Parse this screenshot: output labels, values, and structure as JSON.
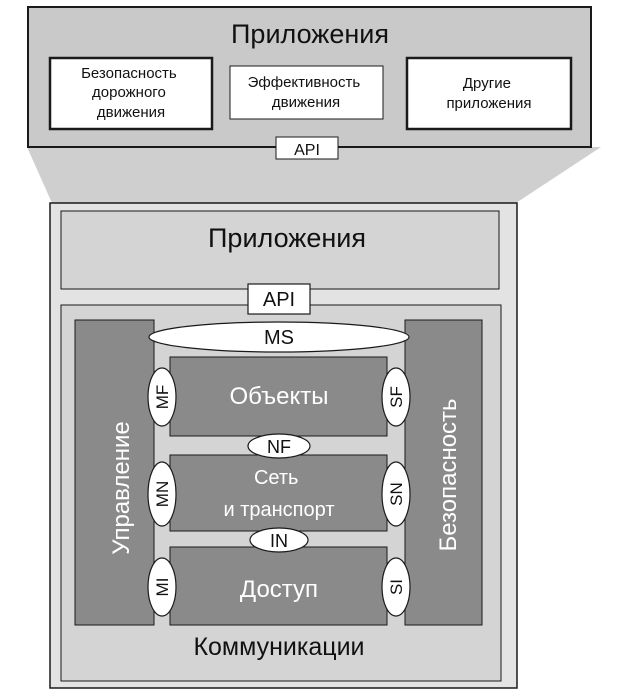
{
  "top_panel": {
    "title": "Приложения",
    "boxes": [
      {
        "lines": [
          "Безопасность",
          "дорожного",
          "движения"
        ]
      },
      {
        "lines": [
          "Эффективность",
          "движения"
        ]
      },
      {
        "lines": [
          "Другие",
          "приложения"
        ]
      }
    ],
    "api_label": "API"
  },
  "bottom_panel": {
    "apps_title": "Приложения",
    "api_label": "API",
    "communications_label": "Коммуникации",
    "management_label": "Управление",
    "security_label": "Безопасность",
    "ms_label": "MS",
    "layers": [
      {
        "lines": [
          "Объекты"
        ],
        "left_sap": "MF",
        "right_sap": "SF"
      },
      {
        "lines": [
          "Сеть",
          "и транспорт"
        ],
        "left_sap": "MN",
        "right_sap": "SN"
      },
      {
        "lines": [
          "Доступ"
        ],
        "left_sap": "MI",
        "right_sap": "SI"
      }
    ],
    "inter_saps": [
      "NF",
      "IN"
    ]
  },
  "colors": {
    "outer_gray": "#c9c9c9",
    "light_gray": "#d4d4d4",
    "dark_gray": "#8a8a8a",
    "stroke": "#1a1a1a",
    "white": "#ffffff"
  }
}
